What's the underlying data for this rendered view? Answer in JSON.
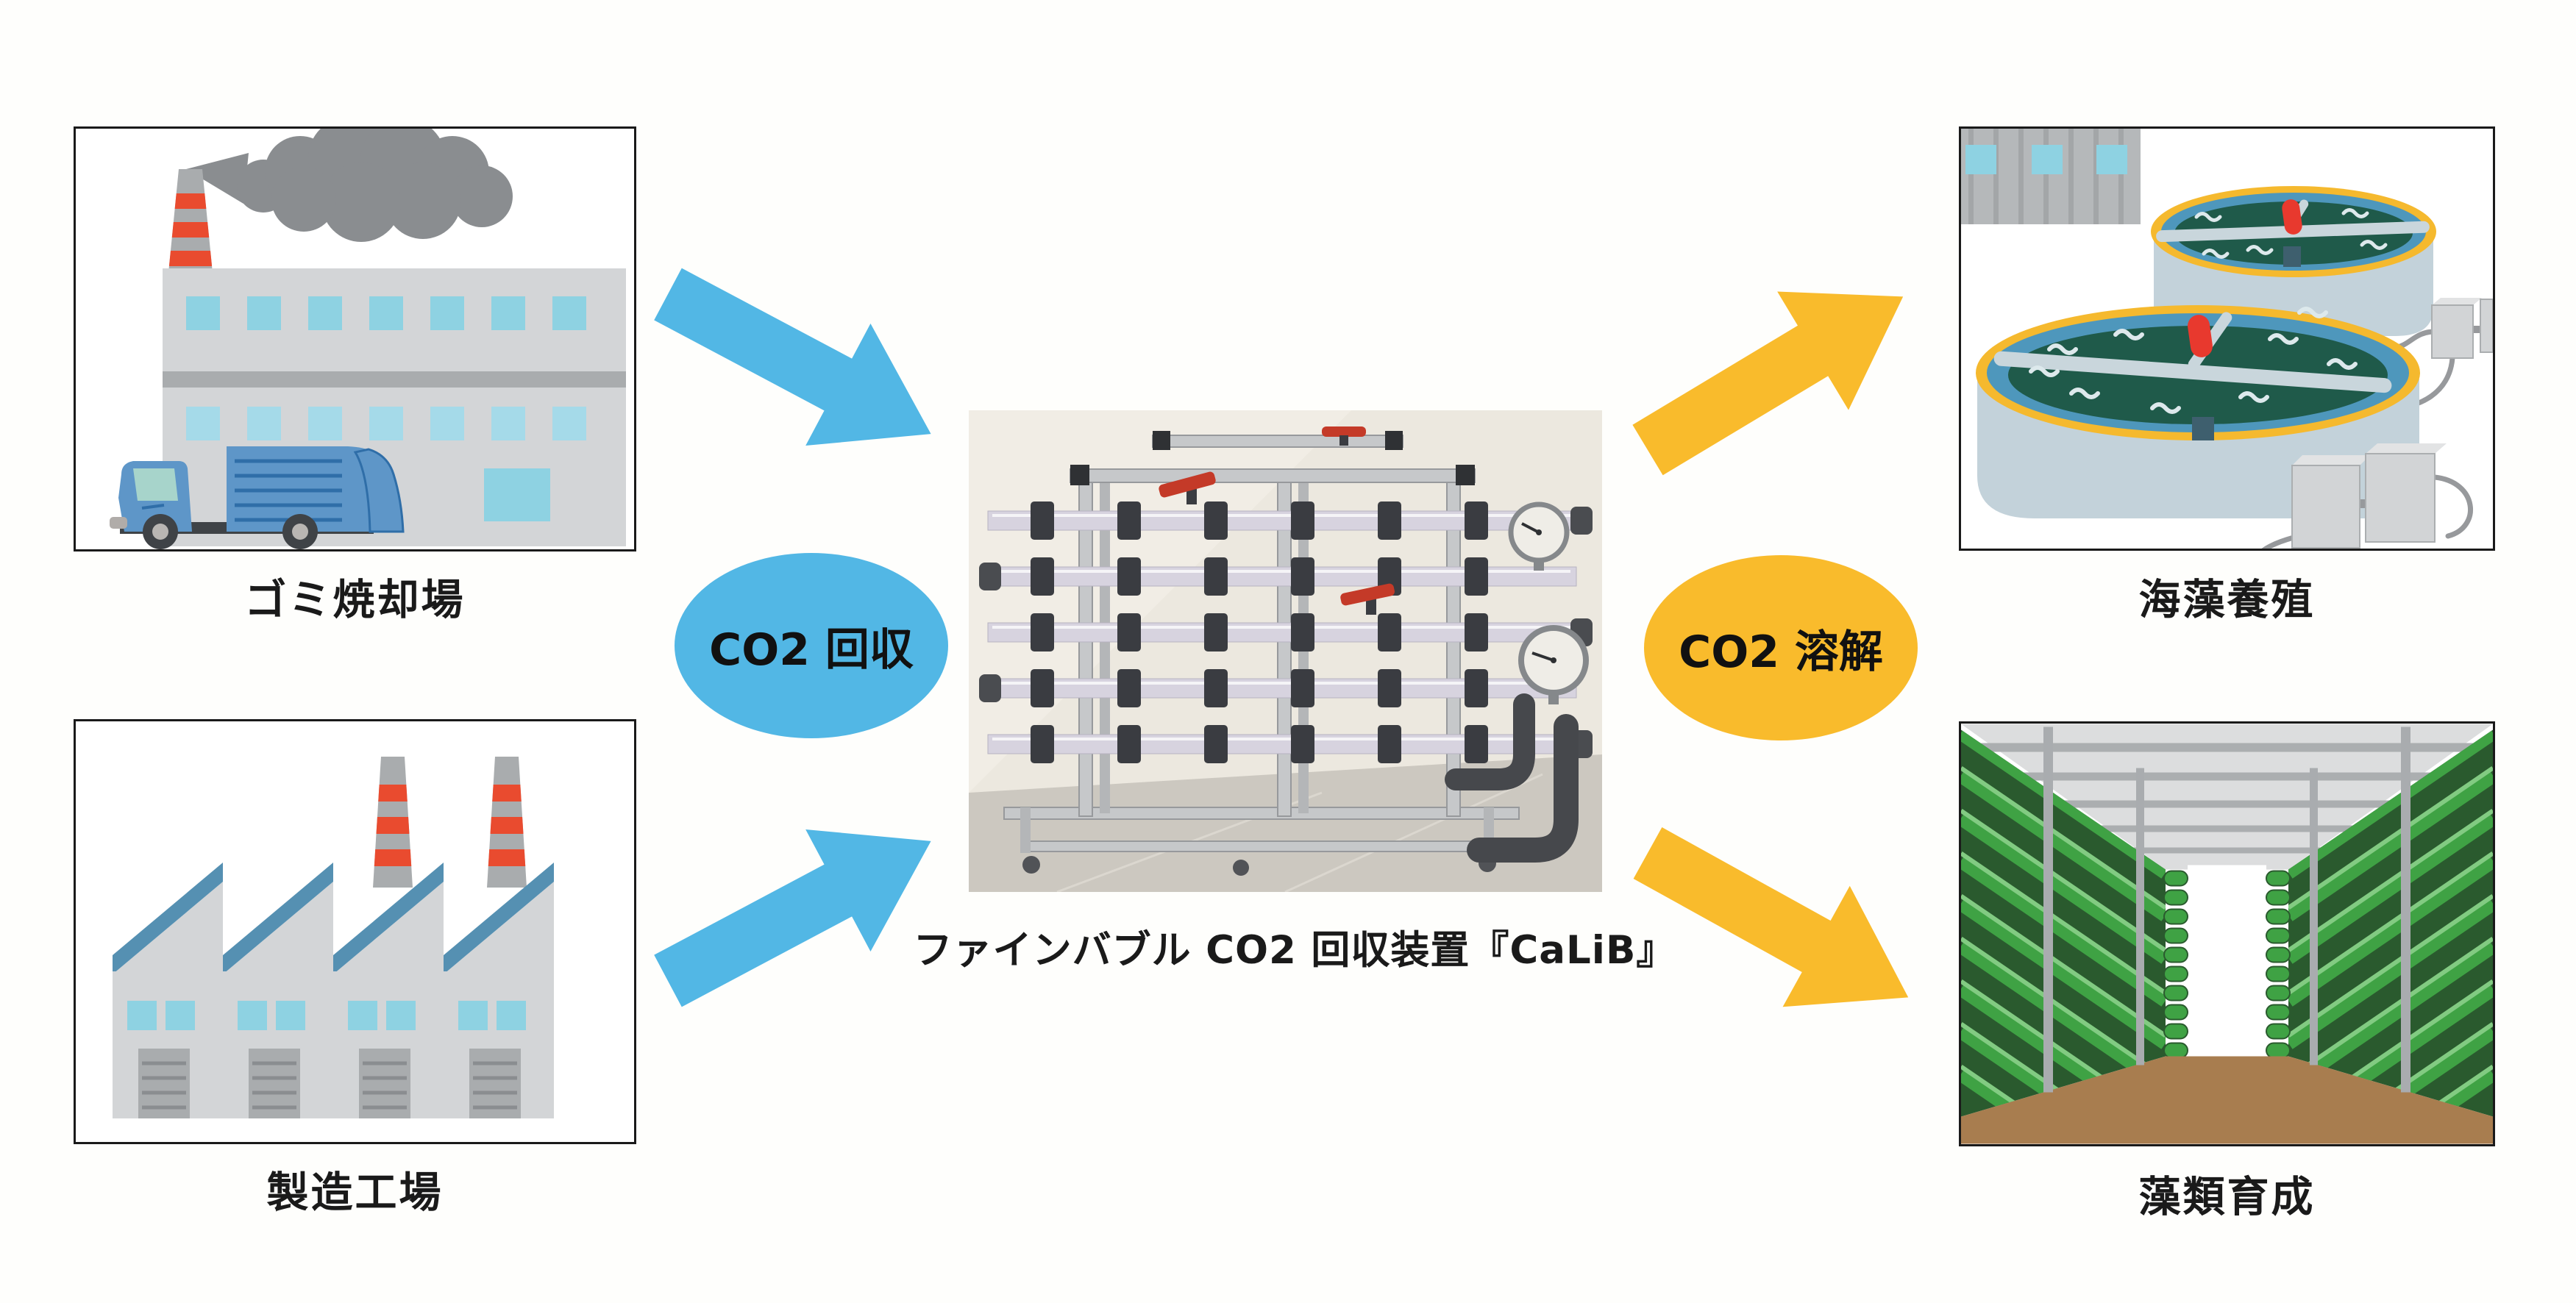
{
  "sources": [
    {
      "id": "incinerator",
      "label": "ゴミ焼却場"
    },
    {
      "id": "factory",
      "label": "製造工場"
    }
  ],
  "device": {
    "caption": "ファインバブル CO2 回収装置『CaLiB』"
  },
  "destinations": [
    {
      "id": "seaweed",
      "label": "海藻養殖"
    },
    {
      "id": "algae",
      "label": "藻類育成"
    }
  ],
  "flows": {
    "capture": {
      "label": "CO2 回収",
      "color": "#52B7E5",
      "from": [
        "ゴミ焼却場",
        "製造工場"
      ],
      "to": "ファインバブル CO2 回収装置『CaLiB』"
    },
    "dissolve": {
      "label": "CO2 溶解",
      "color": "#F9BB2C",
      "from": [
        "ファインバブル CO2 回収装置『CaLiB』"
      ],
      "to": "海藻養殖 / 藻類育成"
    }
  },
  "palette": {
    "arrow_blue": "#52B7E5",
    "arrow_yellow": "#F9BB2C",
    "panel_border": "#1A1A1A",
    "building_grey": "#D3D5D7",
    "window_blue": "#8ED2E2",
    "roof_blue": "#5590B2",
    "chimney_stripe_red": "#E94B2F",
    "smoke_grey": "#8A8D90",
    "tank_rim_yellow": "#F5B92E",
    "tank_water_blue": "#4E97BC",
    "seaweed_green": "#1F5A4A",
    "algae_green": "#3FA244",
    "soil_brown": "#A87D4F"
  }
}
